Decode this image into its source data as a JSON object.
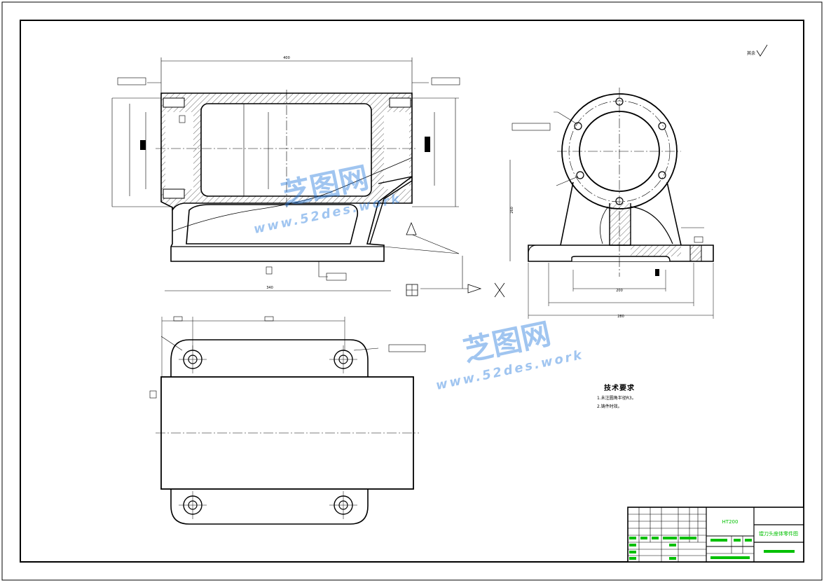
{
  "drawing": {
    "dims": {
      "top_overall": "400",
      "base_overall": "340",
      "side_overall": "280",
      "height": "260",
      "side_center": "200"
    },
    "roughness_corner": "其余",
    "tech_requirements": {
      "title": "技术要求",
      "notes": [
        "1.未注圆角半径R3。",
        "2.铸件时效。"
      ]
    },
    "watermark": {
      "brand": "芝图网",
      "url": "www.52des.work"
    },
    "title_block": {
      "material": "HT200",
      "name": "镗刀头座体零件图"
    }
  }
}
